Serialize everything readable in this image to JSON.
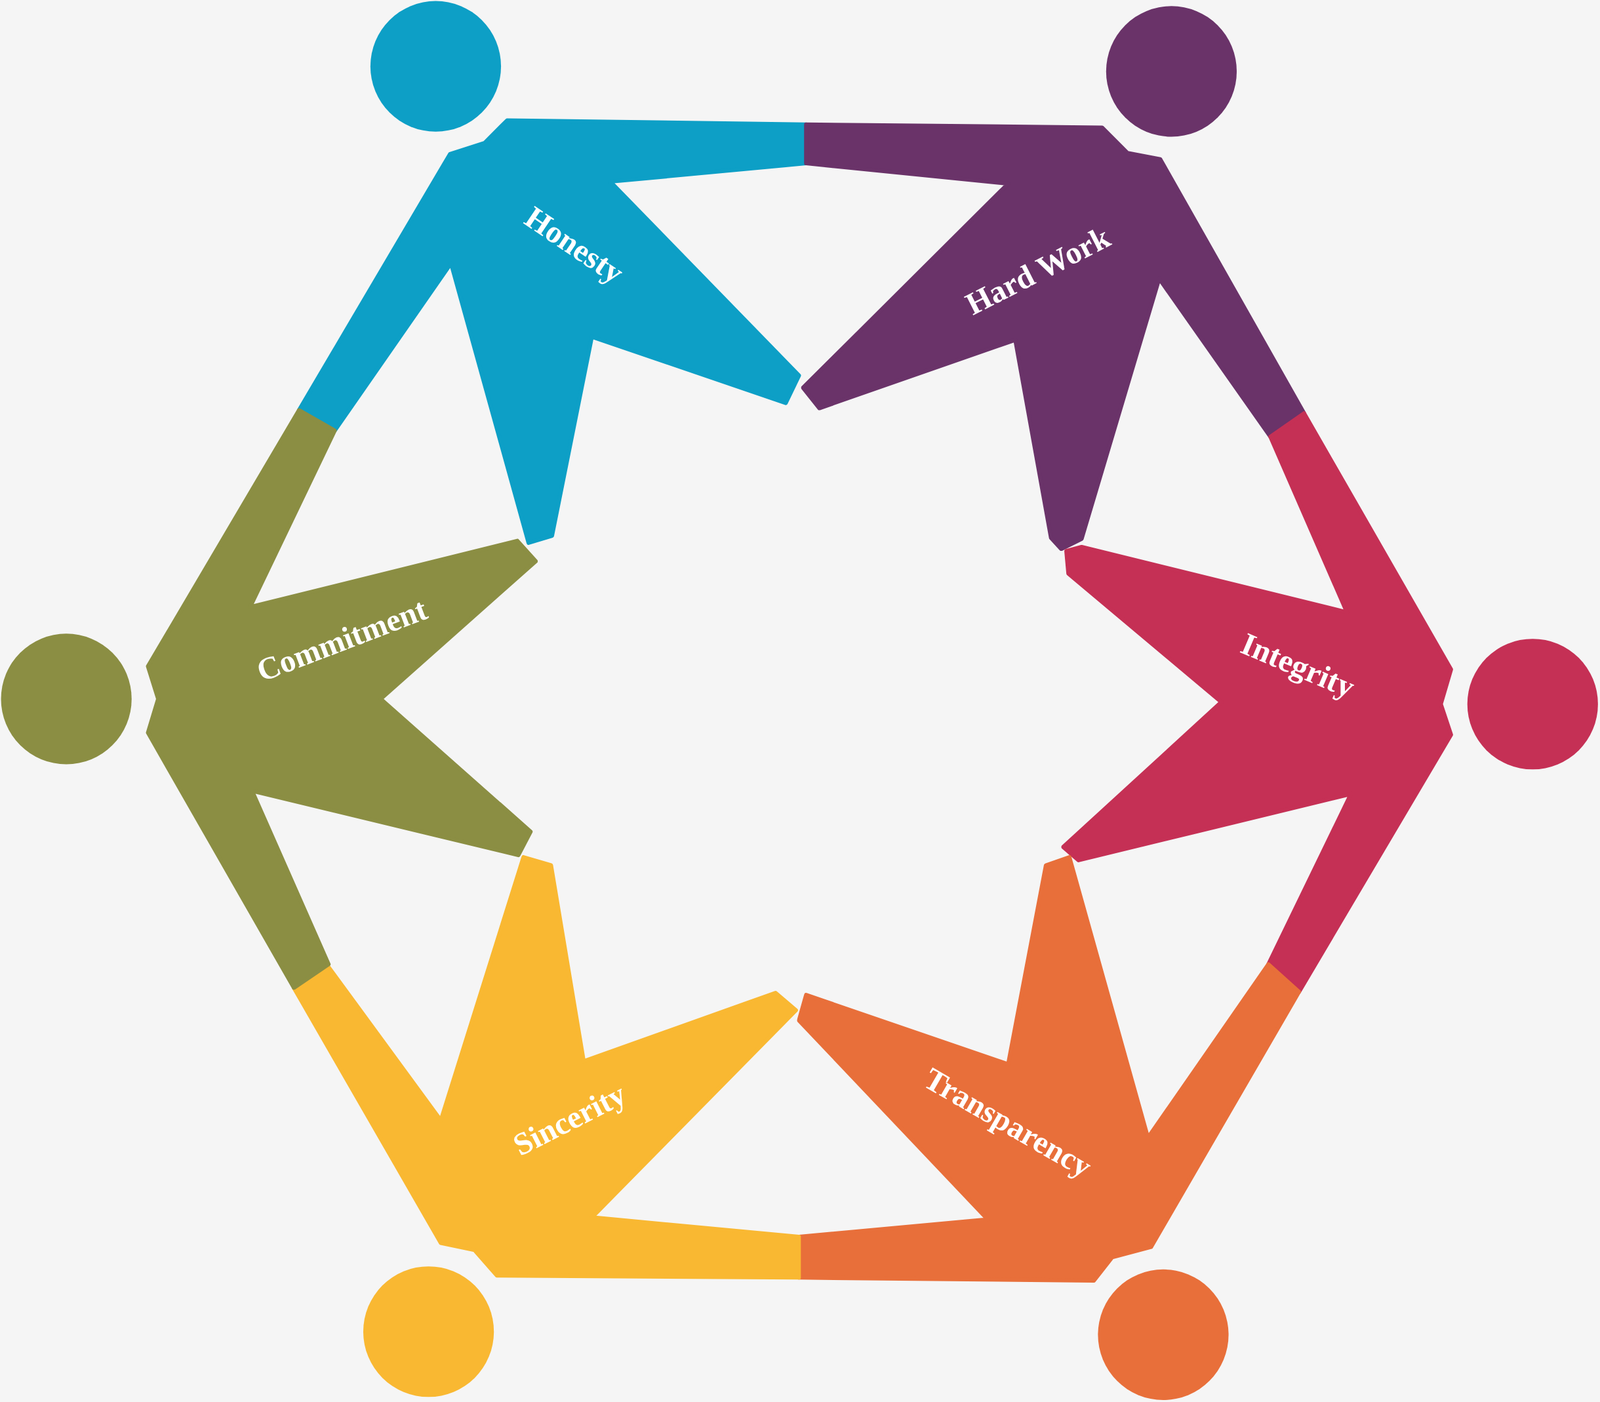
{
  "diagram": {
    "nodes": [
      {
        "text": [
          "Honesty"
        ]
      },
      {
        "text": [
          "Hard Work"
        ]
      },
      {
        "text": [
          "Integrity"
        ]
      },
      {
        "text": [
          "Transparency"
        ]
      },
      {
        "text": [
          "Sincerity"
        ]
      },
      {
        "text": [
          "Commitment"
        ]
      }
    ]
  }
}
